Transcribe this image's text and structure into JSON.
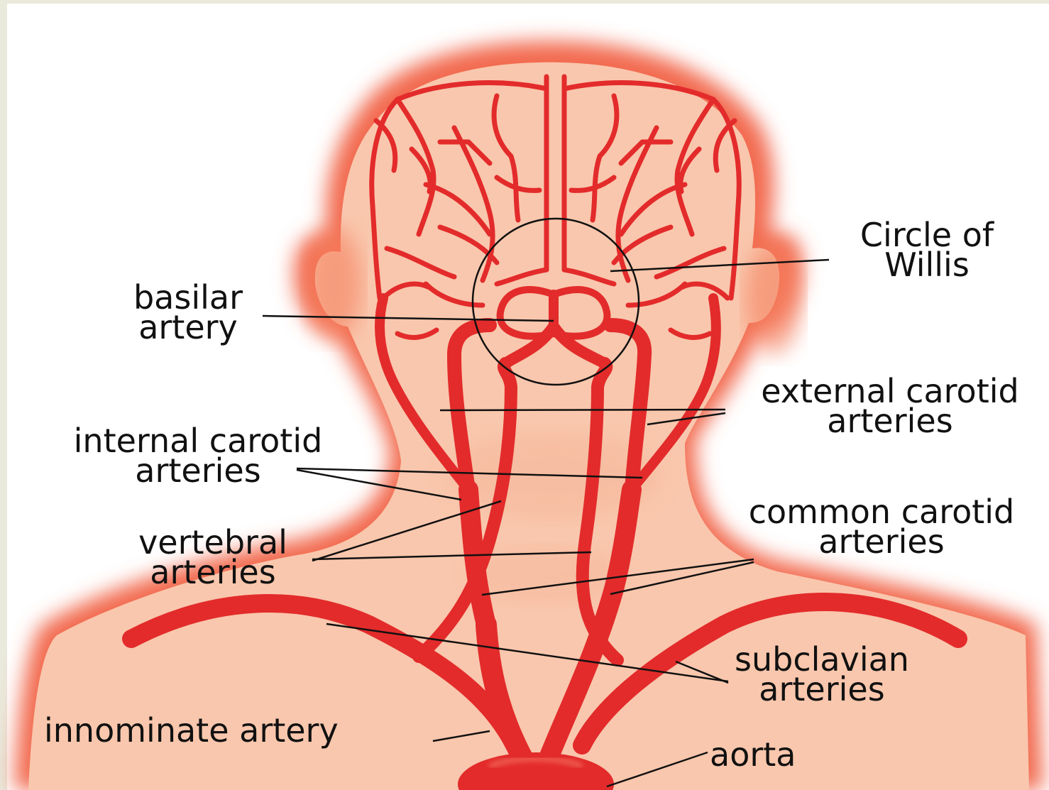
{
  "labels": {
    "circle_of_willis": [
      "Circle of",
      "Willis"
    ],
    "basilar_artery": [
      "basilar",
      "artery"
    ],
    "external_carotid": [
      "external carotid",
      "arteries"
    ],
    "internal_carotid": [
      "internal carotid",
      "arteries"
    ],
    "common_carotid": [
      "common carotid",
      "arteries"
    ],
    "vertebral": [
      "vertebral",
      "arteries"
    ],
    "subclavian": [
      "subclavian",
      "arteries"
    ],
    "innominate": "innominate artery",
    "aorta": "aorta"
  },
  "colors": {
    "background": "#e9e9dc",
    "canvas": "#ffffff",
    "skin_outer": "#f26a4f",
    "skin_inner": "#f9c7ad",
    "artery": "#e32b2b",
    "artery_dark": "#c41c1c",
    "leader_line": "#111111"
  }
}
